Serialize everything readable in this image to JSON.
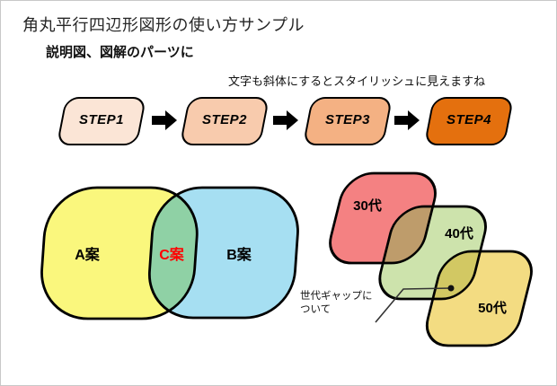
{
  "slide": {
    "title": "角丸平行四辺形図形の使い方サンプル",
    "subtitle": "説明図、図解のパーツに",
    "note": "文字も斜体にするとスタイリッシュに見えますね"
  },
  "colors": {
    "outline": "#000000",
    "callout_line": "#333333",
    "callout_dot": "#111111"
  },
  "steps": {
    "arrow_color": "#000000",
    "items": [
      {
        "label": "STEP1",
        "fill": "#FBE5D6"
      },
      {
        "label": "STEP2",
        "fill": "#F8CBAD"
      },
      {
        "label": "STEP3",
        "fill": "#F4B183"
      },
      {
        "label": "STEP4",
        "fill": "#E4700E"
      }
    ]
  },
  "venn": {
    "left_label": "A案",
    "overlap_label": "C案",
    "right_label": "B案",
    "left_fill": "#FAF77D",
    "right_fill": "#A6DFF2",
    "overlap_fill": "#8FD1A5",
    "overlap_label_color": "#FF0000"
  },
  "generations": {
    "items": [
      {
        "label": "30代",
        "fill": "#F48182"
      },
      {
        "label": "40代",
        "fill": "#CDE3AC"
      },
      {
        "label": "50代",
        "fill": "#F3DC82"
      }
    ],
    "overlap_30_40_fill": "#BE9C6B",
    "overlap_40_50_fill": "#D2C863",
    "callout_line1": "世代ギャップに",
    "callout_line2": "ついて"
  }
}
